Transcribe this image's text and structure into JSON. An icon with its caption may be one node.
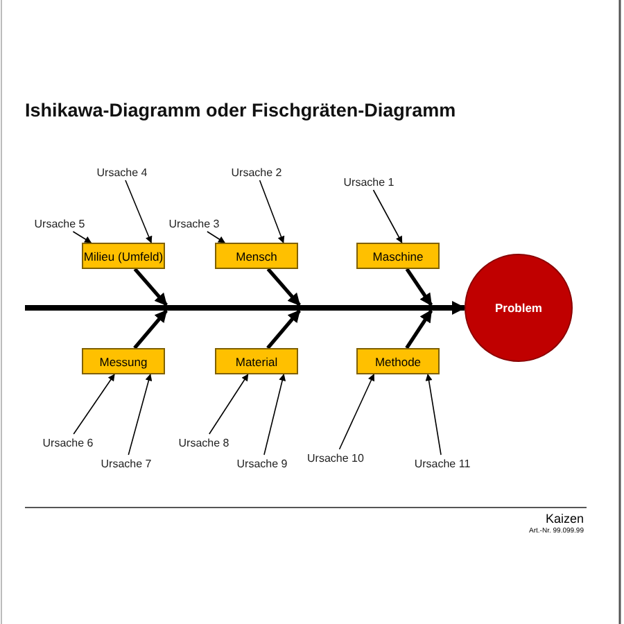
{
  "diagram": {
    "title": "Ishikawa-Diagramm oder Fischgräten-Diagramm",
    "nodes": [
      {
        "text": [
          "Milieu (Umfeld)"
        ]
      },
      {
        "text": [
          "Mensch"
        ]
      },
      {
        "text": [
          "Maschine"
        ]
      },
      {
        "text": [
          "Messung"
        ]
      },
      {
        "text": [
          "Material"
        ]
      },
      {
        "text": [
          "Methode"
        ]
      },
      {
        "text": [
          "Problem"
        ]
      },
      {
        "text": [
          "Ursache 1"
        ]
      },
      {
        "text": [
          "Ursache 2"
        ]
      },
      {
        "text": [
          "Ursache 3"
        ]
      },
      {
        "text": [
          "Ursache 4"
        ]
      },
      {
        "text": [
          "Ursache 5"
        ]
      },
      {
        "text": [
          "Ursache 6"
        ]
      },
      {
        "text": [
          "Ursache 7"
        ]
      },
      {
        "text": [
          "Ursache 8"
        ]
      },
      {
        "text": [
          "Ursache 9"
        ]
      },
      {
        "text": [
          "Ursache 10"
        ]
      },
      {
        "text": [
          "Ursache 11"
        ]
      }
    ],
    "edges": [
      {
        "from": null,
        "to": 6,
        "arrow": "to",
        "style": "thick"
      },
      {
        "from": 0,
        "to": null,
        "arrow": "to",
        "style": "thick"
      },
      {
        "from": 1,
        "to": null,
        "arrow": "to",
        "style": "thick"
      },
      {
        "from": 2,
        "to": null,
        "arrow": "to",
        "style": "thick"
      },
      {
        "from": 3,
        "to": null,
        "arrow": "to",
        "style": "thick"
      },
      {
        "from": 4,
        "to": null,
        "arrow": "to",
        "style": "thick"
      },
      {
        "from": 5,
        "to": null,
        "arrow": "to",
        "style": "thick"
      },
      {
        "from": 7,
        "to": 2,
        "arrow": "to"
      },
      {
        "from": 8,
        "to": 1,
        "arrow": "to"
      },
      {
        "from": 9,
        "to": 1,
        "arrow": "to"
      },
      {
        "from": 10,
        "to": 0,
        "arrow": "to"
      },
      {
        "from": 11,
        "to": 0,
        "arrow": "to"
      },
      {
        "from": 12,
        "to": 3,
        "arrow": "to"
      },
      {
        "from": 13,
        "to": 3,
        "arrow": "to"
      },
      {
        "from": 14,
        "to": 4,
        "arrow": "to"
      },
      {
        "from": 15,
        "to": 4,
        "arrow": "to"
      },
      {
        "from": 16,
        "to": 5,
        "arrow": "to"
      },
      {
        "from": 17,
        "to": 5,
        "arrow": "to"
      }
    ],
    "labels": [
      "Kaizen",
      "Art.-Nr. 99.099.99"
    ]
  }
}
